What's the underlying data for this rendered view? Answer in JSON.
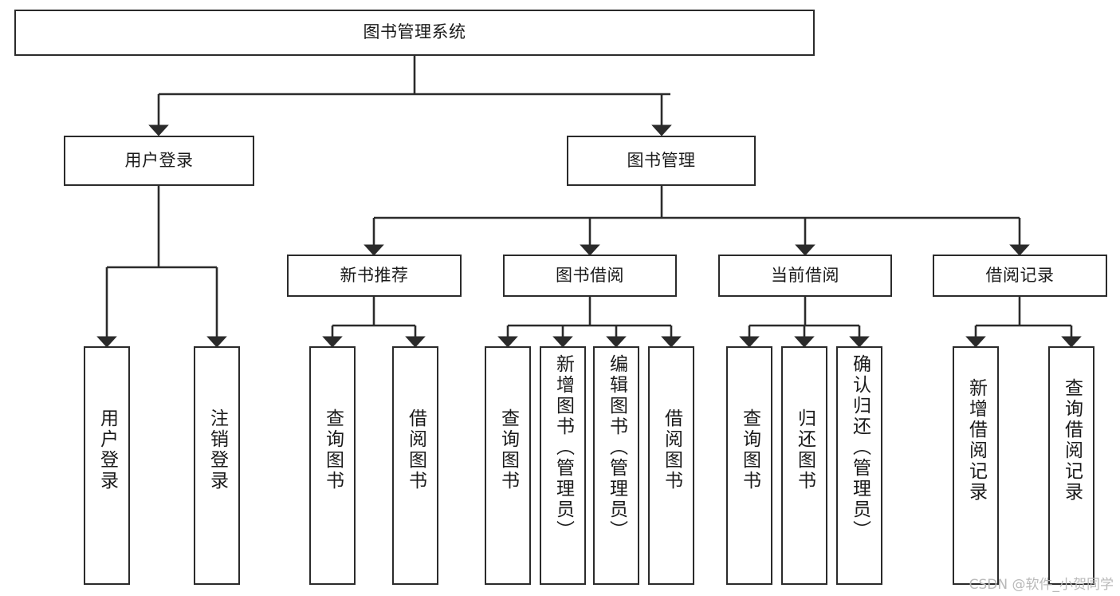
{
  "diagram": {
    "title": "图书管理系统",
    "type": "tree",
    "root": {
      "id": "root",
      "label": "图书管理系统"
    },
    "level2": [
      {
        "id": "user-login",
        "label": "用户登录"
      },
      {
        "id": "book-manage",
        "label": "图书管理"
      }
    ],
    "level3": [
      {
        "id": "new-book-recommend",
        "label": "新书推荐",
        "parent": "book-manage"
      },
      {
        "id": "book-borrow",
        "label": "图书借阅",
        "parent": "book-manage"
      },
      {
        "id": "current-borrow",
        "label": "当前借阅",
        "parent": "book-manage"
      },
      {
        "id": "borrow-record",
        "label": "借阅记录",
        "parent": "book-manage"
      }
    ],
    "leaves": [
      {
        "id": "leaf-user-login",
        "label": "用户登录",
        "parent": "user-login"
      },
      {
        "id": "leaf-user-logout",
        "label": "注销登录",
        "parent": "user-login"
      },
      {
        "id": "leaf-query-book-1",
        "label": "查询图书",
        "parent": "new-book-recommend"
      },
      {
        "id": "leaf-borrow-book-1",
        "label": "借阅图书",
        "parent": "new-book-recommend"
      },
      {
        "id": "leaf-query-book-2",
        "label": "查询图书",
        "parent": "book-borrow"
      },
      {
        "id": "leaf-add-book",
        "label": "新增图书（管理员）",
        "parent": "book-borrow"
      },
      {
        "id": "leaf-edit-book",
        "label": "编辑图书（管理员）",
        "parent": "book-borrow"
      },
      {
        "id": "leaf-borrow-book-2",
        "label": "借阅图书",
        "parent": "book-borrow"
      },
      {
        "id": "leaf-query-book-3",
        "label": "查询图书",
        "parent": "current-borrow"
      },
      {
        "id": "leaf-return-book",
        "label": "归还图书",
        "parent": "current-borrow"
      },
      {
        "id": "leaf-confirm-return",
        "label": "确认归还（管理员）",
        "parent": "current-borrow"
      },
      {
        "id": "leaf-add-record",
        "label": "新增借阅记录",
        "parent": "borrow-record"
      },
      {
        "id": "leaf-query-record",
        "label": "查询借阅记录",
        "parent": "borrow-record"
      }
    ],
    "colors": {
      "node_border": "#2b2b2b",
      "node_fill": "#ffffff",
      "edge": "#2b2b2b",
      "text": "#1a1a1a",
      "watermark": "#b9b9b9",
      "background": "#ffffff"
    }
  },
  "watermark": {
    "text": "CSDN @软件_小贺同学"
  }
}
